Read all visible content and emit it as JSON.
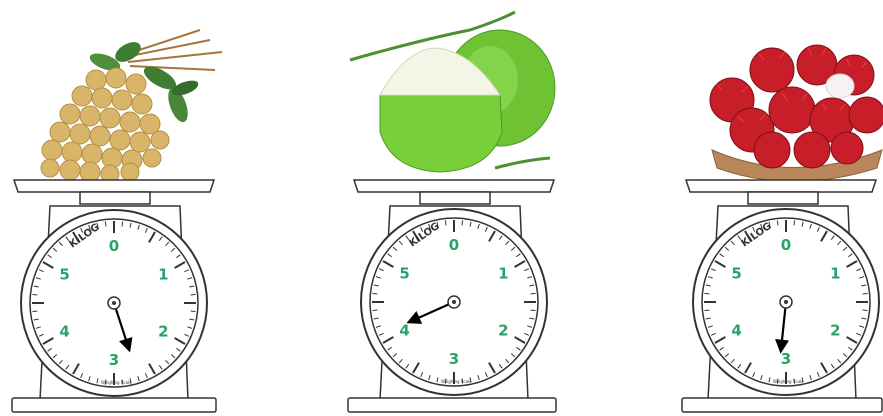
{
  "colors": {
    "dial_number": "#2aa36a",
    "outline": "#333333",
    "needle": "#000000",
    "longan": "#d9b56a",
    "longan_leaf": "#3f7d33",
    "coconut": "#7ad23a",
    "coconut_flesh": "#f3f6e6",
    "rambutan": "#c81e2a",
    "basket": "#b9875a"
  },
  "dial": {
    "brand": "KILOG",
    "numbers": [
      "0",
      "1",
      "2",
      "3",
      "4",
      "5"
    ],
    "max": 6,
    "tiny_text": "Weighing Scale"
  },
  "scales": [
    {
      "id": "longan",
      "fruit": "longan",
      "fruit_icon": "longan-cluster-icon",
      "reading": 2.7
    },
    {
      "id": "coconut",
      "fruit": "coconut",
      "fruit_icon": "green-coconut-icon",
      "reading": 4.1
    },
    {
      "id": "rambutan",
      "fruit": "rambutan",
      "fruit_icon": "rambutan-basket-icon",
      "reading": 3.1
    }
  ]
}
